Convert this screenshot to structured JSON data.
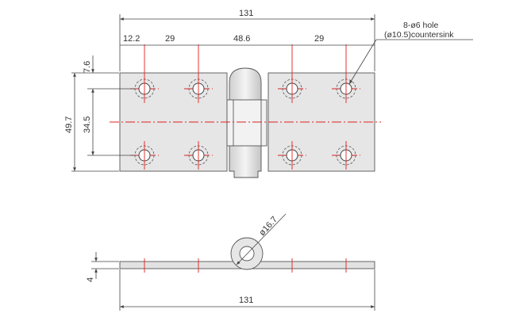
{
  "top_view": {
    "overall_width": "131",
    "seg_1": "12.2",
    "seg_2": "29",
    "seg_3": "48.6",
    "seg_4": "29",
    "left_top_offset": "7.6",
    "overall_height": "49.7",
    "hole_spacing": "34.5",
    "hole_note_line1": "8-ø6 hole",
    "hole_note_line2": "(ø10.5)countersink"
  },
  "side_view": {
    "knuckle_diameter": "ø16.7",
    "thickness": "4",
    "overall_width": "131"
  },
  "colors": {
    "plate_fill": "#e6e6e6",
    "outline": "#555555",
    "centerline": "#e02020",
    "dimension": "#444444"
  }
}
